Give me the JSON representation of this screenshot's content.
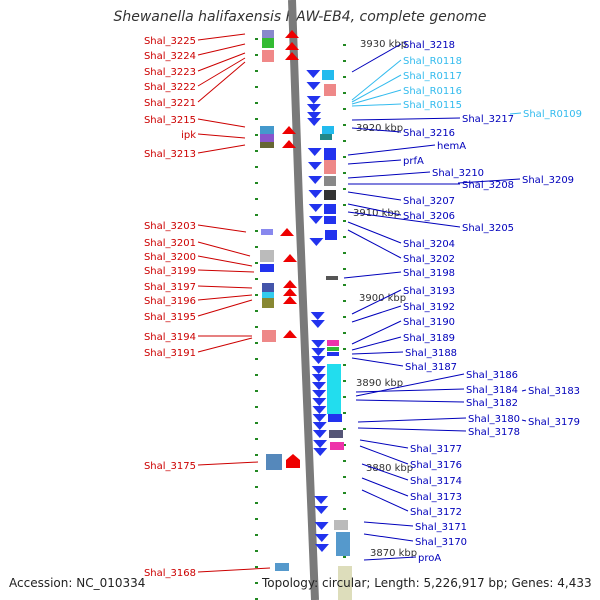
{
  "title": "Shewanella halifaxensis HAW-EB4, complete genome",
  "accession": "Accession: NC_010334",
  "topology": "Topology: circular; Length: 5,226,917 bp; Genes: 4,433",
  "colors": {
    "left_label": "#cc0000",
    "right_label": "#0000bb",
    "rna_label": "#33bbee",
    "backbone": "#7a7a7a",
    "tick": "#228822"
  },
  "kbp_markers": [
    "3930 kbp",
    "3920 kbp",
    "3910 kbp",
    "3900 kbp",
    "3890 kbp",
    "3880 kbp",
    "3870 kbp"
  ],
  "left_genes": [
    "Shal_3225",
    "Shal_3224",
    "Shal_3223",
    "Shal_3222",
    "Shal_3221",
    "Shal_3215",
    "ipk",
    "Shal_3213",
    "Shal_3203",
    "Shal_3201",
    "Shal_3200",
    "Shal_3199",
    "Shal_3197",
    "Shal_3196",
    "Shal_3195",
    "Shal_3194",
    "Shal_3191",
    "Shal_3175",
    "Shal_3168"
  ],
  "right_genes": [
    "Shal_3218",
    "Shal_R0118",
    "Shal_R0117",
    "Shal_R0116",
    "Shal_R0115",
    "Shal_3217",
    "Shal_R0109",
    "Shal_3216",
    "hemA",
    "prfA",
    "Shal_3210",
    "Shal_3208",
    "Shal_3209",
    "Shal_3207",
    "Shal_3206",
    "Shal_3205",
    "Shal_3204",
    "Shal_3202",
    "Shal_3198",
    "Shal_3193",
    "Shal_3192",
    "Shal_3190",
    "Shal_3189",
    "Shal_3188",
    "Shal_3187",
    "Shal_3186",
    "Shal_3184",
    "Shal_3183",
    "Shal_3182",
    "Shal_3180",
    "Shal_3179",
    "Shal_3178",
    "Shal_3177",
    "Shal_3176",
    "Shal_3174",
    "Shal_3173",
    "Shal_3172",
    "Shal_3171",
    "Shal_3170",
    "proA"
  ]
}
